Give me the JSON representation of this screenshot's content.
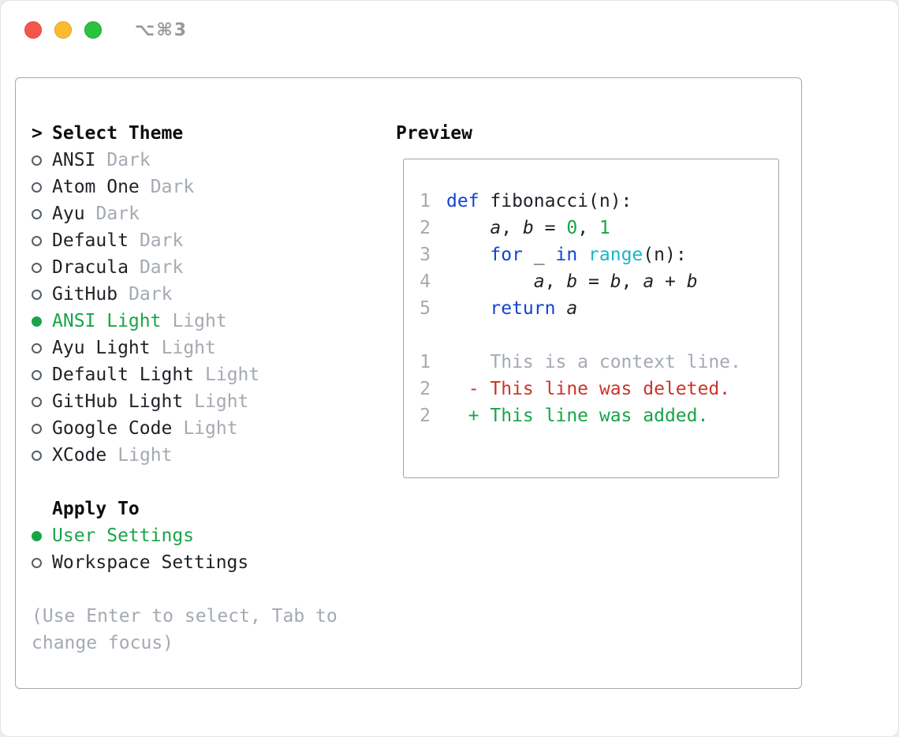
{
  "window": {
    "shortcut": "⌥⌘3"
  },
  "selector": {
    "caret": ">",
    "title": "Select Theme",
    "themes": [
      {
        "name": "ANSI",
        "variant": "Dark",
        "selected": false
      },
      {
        "name": "Atom One",
        "variant": "Dark",
        "selected": false
      },
      {
        "name": "Ayu",
        "variant": "Dark",
        "selected": false
      },
      {
        "name": "Default",
        "variant": "Dark",
        "selected": false
      },
      {
        "name": "Dracula",
        "variant": "Dark",
        "selected": false
      },
      {
        "name": "GitHub",
        "variant": "Dark",
        "selected": false
      },
      {
        "name": "ANSI Light",
        "variant": "Light",
        "selected": true
      },
      {
        "name": "Ayu Light",
        "variant": "Light",
        "selected": false
      },
      {
        "name": "Default Light",
        "variant": "Light",
        "selected": false
      },
      {
        "name": "GitHub Light",
        "variant": "Light",
        "selected": false
      },
      {
        "name": "Google Code",
        "variant": "Light",
        "selected": false
      },
      {
        "name": "XCode",
        "variant": "Light",
        "selected": false
      }
    ],
    "apply_to": {
      "title": "Apply To",
      "options": [
        {
          "label": "User Settings",
          "selected": true
        },
        {
          "label": "Workspace Settings",
          "selected": false
        }
      ]
    },
    "hint": "(Use Enter to select, Tab to change focus)"
  },
  "preview": {
    "title": "Preview",
    "code_lines": [
      {
        "num": "1",
        "tokens": [
          {
            "text": "def",
            "style": "keyword"
          },
          {
            "text": " fibonacci(n):",
            "style": "plain"
          }
        ]
      },
      {
        "num": "2",
        "tokens": [
          {
            "text": "    ",
            "style": "plain"
          },
          {
            "text": "a",
            "style": "variable"
          },
          {
            "text": ", ",
            "style": "plain"
          },
          {
            "text": "b",
            "style": "variable"
          },
          {
            "text": " = ",
            "style": "plain"
          },
          {
            "text": "0",
            "style": "number"
          },
          {
            "text": ", ",
            "style": "plain"
          },
          {
            "text": "1",
            "style": "number"
          }
        ]
      },
      {
        "num": "3",
        "tokens": [
          {
            "text": "    ",
            "style": "plain"
          },
          {
            "text": "for",
            "style": "keyword"
          },
          {
            "text": " _ ",
            "style": "plain"
          },
          {
            "text": "in",
            "style": "keyword"
          },
          {
            "text": " ",
            "style": "plain"
          },
          {
            "text": "range",
            "style": "builtin"
          },
          {
            "text": "(n):",
            "style": "plain"
          }
        ]
      },
      {
        "num": "4",
        "tokens": [
          {
            "text": "        ",
            "style": "plain"
          },
          {
            "text": "a",
            "style": "variable"
          },
          {
            "text": ", ",
            "style": "plain"
          },
          {
            "text": "b",
            "style": "variable"
          },
          {
            "text": " = ",
            "style": "plain"
          },
          {
            "text": "b",
            "style": "variable"
          },
          {
            "text": ", ",
            "style": "plain"
          },
          {
            "text": "a",
            "style": "variable"
          },
          {
            "text": " + ",
            "style": "plain"
          },
          {
            "text": "b",
            "style": "variable"
          }
        ]
      },
      {
        "num": "5",
        "tokens": [
          {
            "text": "    ",
            "style": "plain"
          },
          {
            "text": "return",
            "style": "keyword"
          },
          {
            "text": " ",
            "style": "plain"
          },
          {
            "text": "a",
            "style": "variable"
          }
        ]
      }
    ],
    "diff_lines": [
      {
        "num": "1",
        "content": "    This is a context line.",
        "type": "context"
      },
      {
        "num": "2",
        "content": "  - This line was deleted.",
        "type": "deleted"
      },
      {
        "num": "2",
        "content": "  + This line was added.",
        "type": "added"
      }
    ]
  },
  "colors": {
    "accent_green": "#18a548",
    "keyword_blue": "#1144d1",
    "builtin_cyan": "#18b5c8",
    "deleted_red": "#cb342a",
    "muted_gray": "#a4aab1"
  }
}
